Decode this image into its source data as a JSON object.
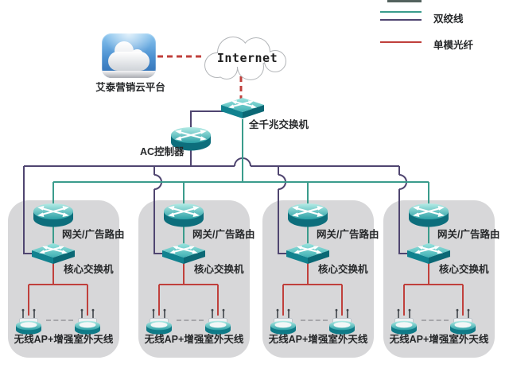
{
  "legend": {
    "items": [
      {
        "label": "双绞线",
        "line_colors": [
          "#3a9c8c",
          "#4f4570"
        ]
      },
      {
        "label": "单模光纤",
        "line_colors": [
          "#c0403c"
        ]
      }
    ]
  },
  "cloud_platform": {
    "label": "艾泰营销云平台"
  },
  "internet": {
    "label": "Internet"
  },
  "backbone": {
    "gigabit_switch_label": "全千兆交换机",
    "ac_controller_label": "AC控制器"
  },
  "groups": [
    {
      "router_label": "网关/广告路由",
      "core_switch_label": "核心交换机",
      "ap_label": "无线AP+增强室外天线"
    },
    {
      "router_label": "网关/广告路由",
      "core_switch_label": "核心交换机",
      "ap_label": "无线AP+增强室外天线"
    },
    {
      "router_label": "网关/广告路由",
      "core_switch_label": "核心交换机",
      "ap_label": "无线AP+增强室外天线"
    },
    {
      "router_label": "网关/广告路由",
      "core_switch_label": "核心交换机",
      "ap_label": "无线AP+增强室外天线"
    }
  ],
  "colors": {
    "twisted_pair": "#3a9c8c",
    "twisted_pair_alt": "#4f4570",
    "single_mode_fiber": "#c0403c",
    "panel": "#d7d7d9",
    "device_teal": "#11828f"
  }
}
